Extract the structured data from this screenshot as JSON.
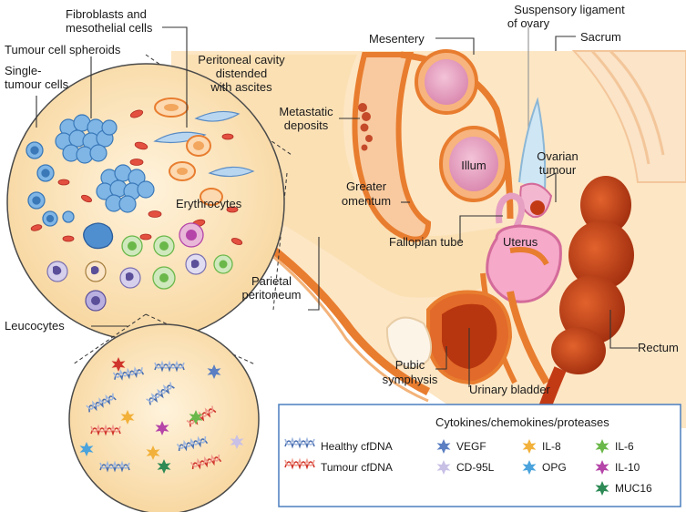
{
  "labels": {
    "fibroblasts_l1": "Fibroblasts and",
    "fibroblasts_l2": "mesothelial cells",
    "spheroids": "Tumour cell spheroids",
    "single_l1": "Single-",
    "single_l2": "tumour cells",
    "cavity_l1": "Peritoneal cavity",
    "cavity_l2": "distended",
    "cavity_l3": "with ascites",
    "mesentery": "Mesentery",
    "suspensory_l1": "Suspensory ligament",
    "suspensory_l2": "of ovary",
    "sacrum": "Sacrum",
    "metastatic_l1": "Metastatic",
    "metastatic_l2": "deposits",
    "illum": "Illum",
    "ovarian_l1": "Ovarian",
    "ovarian_l2": "tumour",
    "greater_l1": "Greater",
    "greater_l2": "omentum",
    "erythrocytes": "Erythrocytes",
    "fallopian": "Fallopian tube",
    "uterus": "Uterus",
    "parietal_l1": "Parietal",
    "parietal_l2": "peritoneum",
    "leucocytes": "Leucocytes",
    "rectum": "Rectum",
    "pubic_l1": "Pubic",
    "pubic_l2": "symphysis",
    "bladder": "Urinary bladder"
  },
  "legend": {
    "title": "Cytokines/chemokines/proteases",
    "healthy": "Healthy cfDNA",
    "tumour": "Tumour cfDNA",
    "vegf": "VEGF",
    "cd95l": "CD-95L",
    "il8": "IL-8",
    "opg": "OPG",
    "il6": "IL-6",
    "il10": "IL-10",
    "muc16": "MUC16"
  },
  "colors": {
    "vegf": "#5b7fc2",
    "cd95l": "#c9c0e6",
    "il8": "#f2b13a",
    "opg": "#4aa3dc",
    "il6": "#6bb84a",
    "il10": "#b545a8",
    "muc16": "#2d8a55",
    "healthy_dna": "#4a6fb0",
    "tumour_dna": "#d0352b",
    "tissue_orange": "#e87d2f",
    "ascites": "#fbe0b4",
    "rectum": "#c23a14"
  }
}
